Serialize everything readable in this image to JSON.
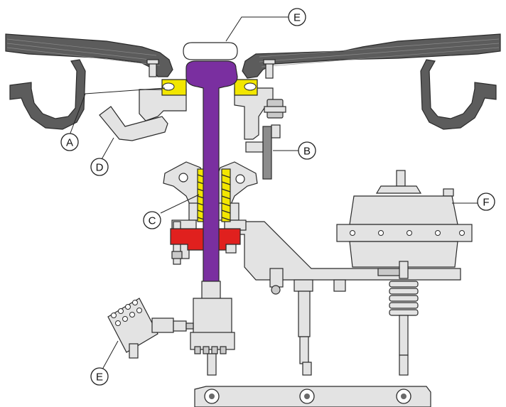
{
  "diagram": {
    "callouts": [
      {
        "id": "A",
        "label": "A"
      },
      {
        "id": "B",
        "label": "B"
      },
      {
        "id": "C",
        "label": "C"
      },
      {
        "id": "D",
        "label": "D"
      },
      {
        "id": "E_top",
        "label": "E"
      },
      {
        "id": "E_bottom",
        "label": "E"
      },
      {
        "id": "F",
        "label": "F"
      }
    ],
    "colors": {
      "stem": "#7a2fa0",
      "seal": "#f2e600",
      "clamp": "#e0201e",
      "rail": "#5c5c5c",
      "part_fill": "#e3e3e3",
      "outline": "#2a2a2a"
    }
  }
}
